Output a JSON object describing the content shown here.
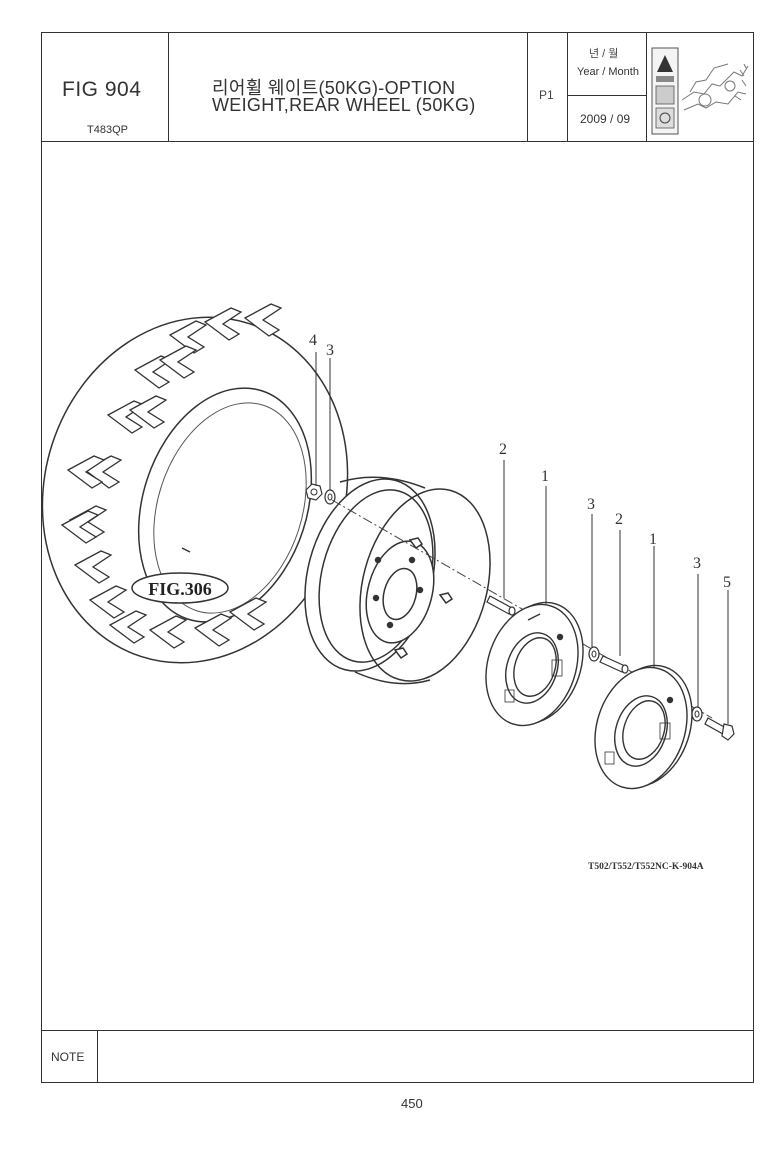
{
  "header": {
    "fig_number": "FIG 904",
    "model_code": "T483QP",
    "title_korean": "리어휠 웨이트(50KG)-OPTION",
    "title_english": "WEIGHT,REAR WHEEL (50KG)",
    "page_code": "P1",
    "year_month_label_korean": "년 / 월",
    "year_month_label_english": "Year / Month",
    "year_month_value": "2009 / 09"
  },
  "diagram": {
    "callouts": [
      "4",
      "3",
      "2",
      "1",
      "3",
      "2",
      "1",
      "3",
      "5"
    ],
    "reference_label": "FIG.306",
    "drawing_code": "T502/T552/T552NC-K-904A"
  },
  "footer": {
    "note_label": "NOTE",
    "page_number": "450"
  }
}
